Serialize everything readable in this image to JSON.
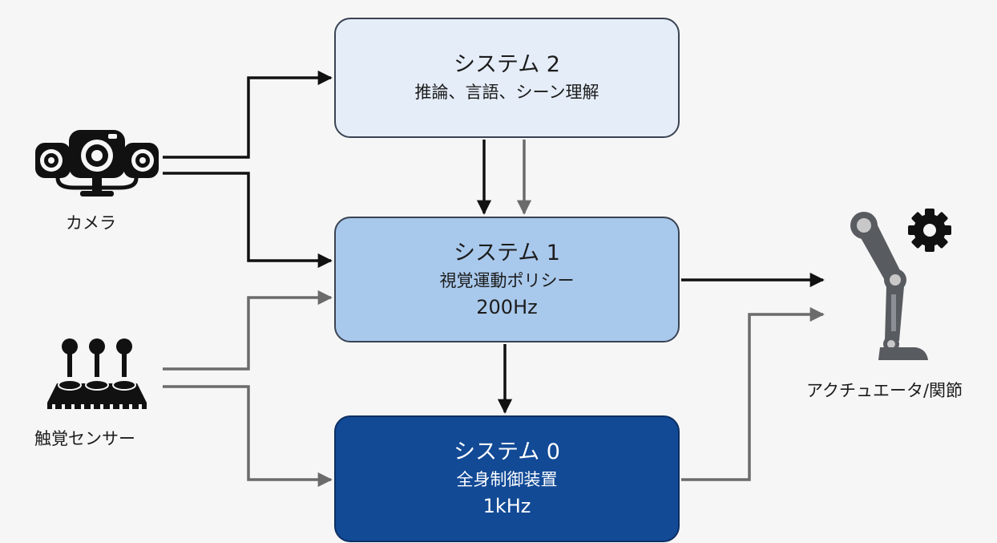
{
  "systems": {
    "s2": {
      "title": "システム 2",
      "subtitle": "推論、言語、シーン理解"
    },
    "s1": {
      "title": "システム 1",
      "subtitle": "視覚運動ポリシー",
      "frequency": "200Hz"
    },
    "s0": {
      "title": "システム 0",
      "subtitle": "全身制御装置",
      "frequency": "1kHz"
    }
  },
  "inputs": {
    "camera": {
      "label": "カメラ",
      "icon": "camera-icon"
    },
    "tactile": {
      "label": "触覚センサー",
      "icon": "tactile-sensor-icon"
    }
  },
  "outputs": {
    "actuator": {
      "label": "アクチュエータ/関節",
      "icon": "robot-leg-gear-icon"
    }
  },
  "colors": {
    "black_arrow": "#111111",
    "gray_arrow": "#6b6b6b",
    "system2_fill": "#e5edf8",
    "system1_fill": "#a9c9ec",
    "system0_fill": "#124a96"
  }
}
